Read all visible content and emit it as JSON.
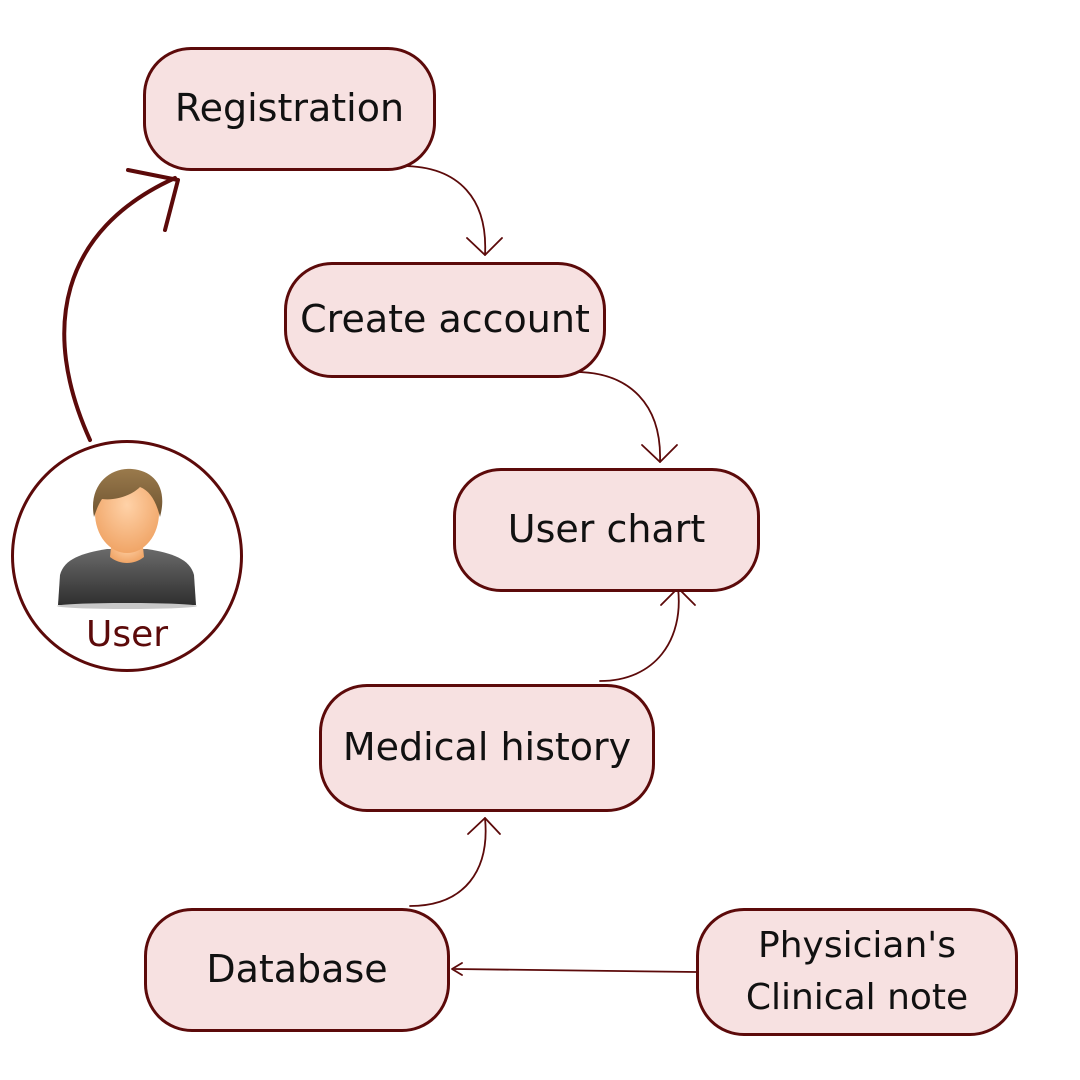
{
  "diagram": {
    "nodes": {
      "registration": "Registration",
      "create_account": "Create account",
      "user_chart": "User chart",
      "medical_history": "Medical history",
      "database": "Database",
      "clinical_note_line1": "Physician's",
      "clinical_note_line2": "Clinical note"
    },
    "actor": {
      "label": "User",
      "icon": "user-avatar-icon"
    },
    "edges": [
      {
        "from": "User",
        "to": "Registration"
      },
      {
        "from": "Registration",
        "to": "Create account"
      },
      {
        "from": "Create account",
        "to": "User chart"
      },
      {
        "from": "Medical history",
        "to": "User chart"
      },
      {
        "from": "Database",
        "to": "Medical history"
      },
      {
        "from": "Physician's Clinical note",
        "to": "Database"
      }
    ],
    "colors": {
      "node_fill": "#f7e1e1",
      "outline": "#5c0a0a",
      "actor_label": "#5c0a0a"
    }
  }
}
